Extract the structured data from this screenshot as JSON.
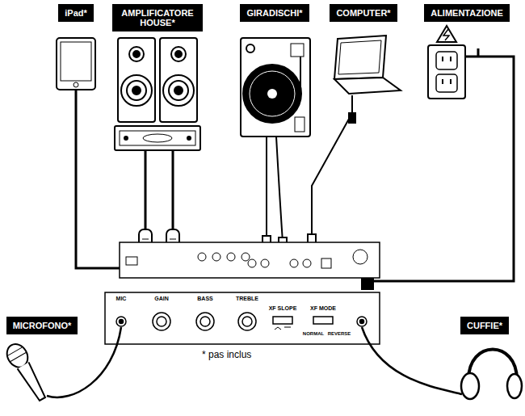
{
  "diagram": {
    "nodes": [
      {
        "text": [
          "iPad*"
        ]
      },
      {
        "text": [
          "AMPLIFICATORE HOUSE*"
        ]
      },
      {
        "text": [
          "GIRADISCHI*"
        ]
      },
      {
        "text": [
          "COMPUTER*"
        ]
      },
      {
        "text": [
          "ALIMENTAZIONE"
        ]
      },
      {
        "text": [
          "MICROFONO*"
        ]
      },
      {
        "text": [
          "CUFFIE*"
        ]
      }
    ],
    "labels": [
      "* pas inclus",
      "MIC",
      "GAIN",
      "BASS",
      "TREBLE",
      "XF SLOPE",
      "XF MODE",
      "NORMAL",
      "REVERSE"
    ]
  }
}
